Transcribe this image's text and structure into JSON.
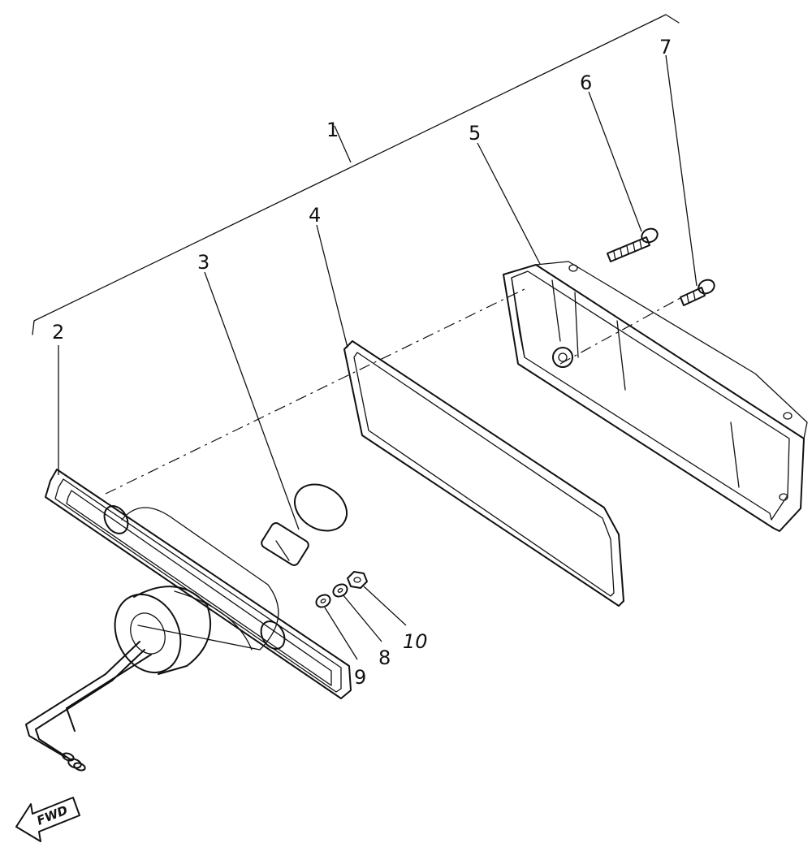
{
  "diagram": {
    "callouts": [
      {
        "id": "1",
        "label": "1"
      },
      {
        "id": "2",
        "label": "2"
      },
      {
        "id": "3",
        "label": "3"
      },
      {
        "id": "4",
        "label": "4"
      },
      {
        "id": "5",
        "label": "5"
      },
      {
        "id": "6",
        "label": "6"
      },
      {
        "id": "7",
        "label": "7"
      },
      {
        "id": "8",
        "label": "8"
      },
      {
        "id": "9",
        "label": "9"
      },
      {
        "id": "10",
        "label": "10"
      }
    ],
    "direction_arrow": {
      "label": "FWD",
      "icon": "arrow-left-icon"
    },
    "line_color": "#111111",
    "background": "#ffffff"
  }
}
